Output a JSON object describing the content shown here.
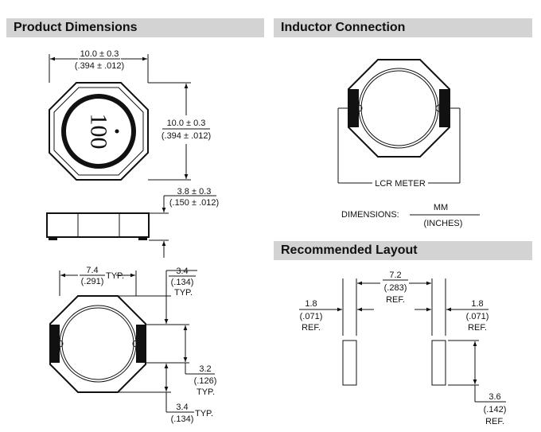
{
  "headers": {
    "product_dimensions": "Product Dimensions",
    "inductor_connection": "Inductor Connection",
    "recommended_layout": "Recommended Layout"
  },
  "product": {
    "marking": "100",
    "width_mm": "10.0 ± 0.3",
    "width_in": "(.394 ± .012)",
    "height_mm": "10.0 ± 0.3",
    "height_in": "(.394 ± .012)",
    "thickness_mm": "3.8 ± 0.3",
    "thickness_in": "(.150 ± .012)",
    "pad_span_mm": "7.4",
    "pad_span_in": "(.291)",
    "pad_span_suffix": "TYP.",
    "top_offset_mm": "3.4",
    "top_offset_in": "(.134)",
    "top_offset_suffix": "TYP.",
    "pad_height_mm": "3.2",
    "pad_height_in": "(.126)",
    "pad_height_suffix": "TYP.",
    "bottom_offset_mm": "3.4",
    "bottom_offset_in": "(.134)",
    "bottom_offset_suffix": "TYP."
  },
  "connection": {
    "meter_label": "LCR METER",
    "dimensions_label": "DIMENSIONS:",
    "units_top": "MM",
    "units_bottom": "(INCHES)"
  },
  "layout": {
    "spacing_mm": "7.2",
    "spacing_in": "(.283)",
    "spacing_suffix": "REF.",
    "left_width_mm": "1.8",
    "left_width_in": "(.071)",
    "left_width_suffix": "REF.",
    "right_width_mm": "1.8",
    "right_width_in": "(.071)",
    "right_width_suffix": "REF.",
    "pad_length_mm": "3.6",
    "pad_length_in": "(.142)",
    "pad_length_suffix": "REF."
  }
}
